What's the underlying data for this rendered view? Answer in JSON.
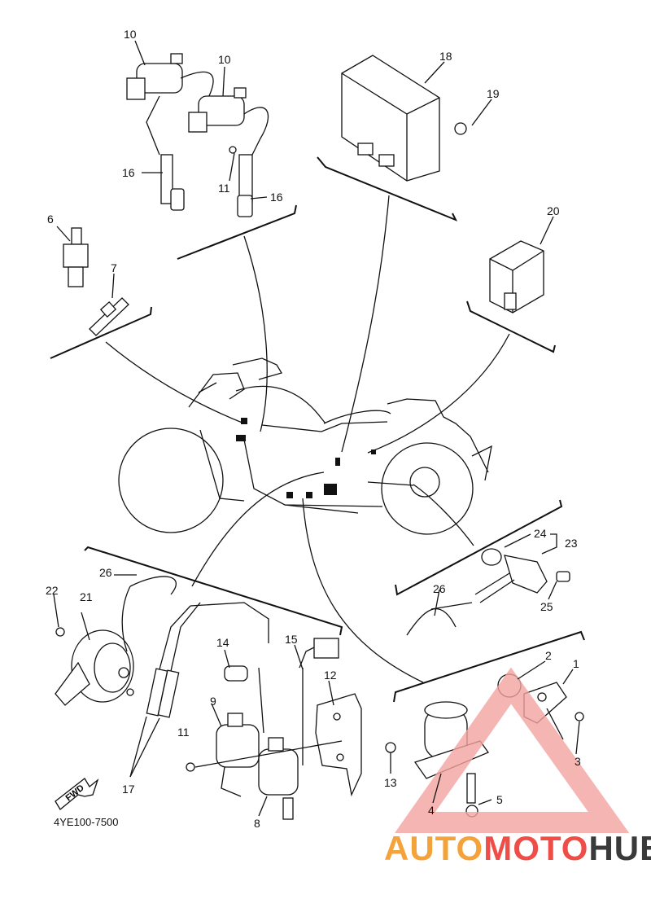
{
  "diagram": {
    "callouts": [
      "1",
      "2",
      "3",
      "4",
      "5",
      "6",
      "7",
      "8",
      "9",
      "10",
      "10",
      "11",
      "11",
      "12",
      "13",
      "14",
      "15",
      "16",
      "16",
      "17",
      "18",
      "19",
      "20",
      "21",
      "22",
      "23",
      "24",
      "25",
      "26",
      "26"
    ],
    "reference_code": "4YE100-7500",
    "fwd_label": "FWD"
  },
  "watermark": {
    "part1": "AUTO",
    "part2": "MOTO",
    "part3": "HUB",
    "colors": {
      "orange": "#f3a33a",
      "red": "#ef4d47",
      "dark": "#3a3a3a"
    }
  }
}
